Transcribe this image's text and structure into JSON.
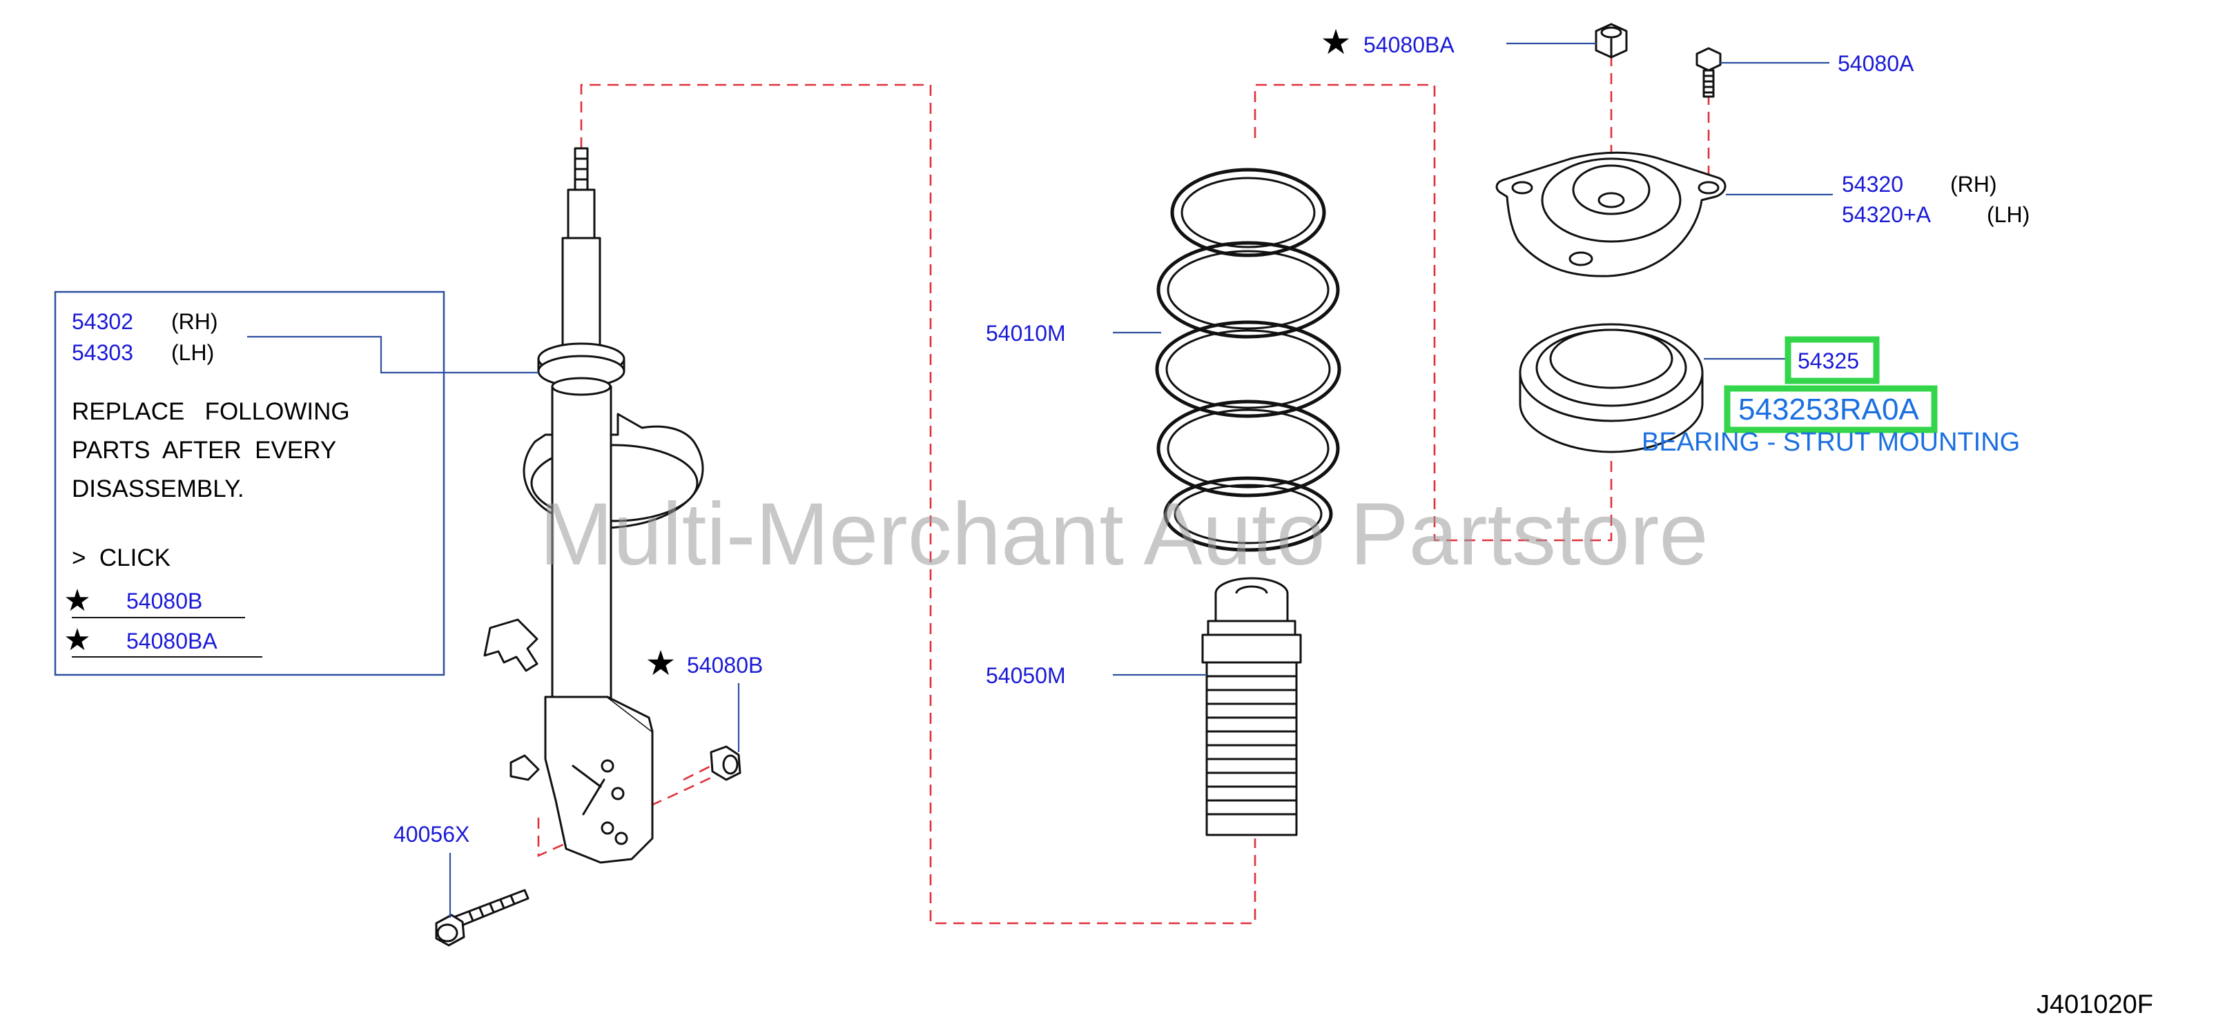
{
  "note_box": {
    "rh_part": "54302",
    "rh_side": "(RH)",
    "lh_part": "54303",
    "lh_side": "(LH)",
    "lines": [
      "REPLACE   FOLLOWING",
      "PARTS  AFTER  EVERY",
      "DISASSEMBLY."
    ],
    "click": ">  CLICK",
    "links": [
      {
        "part": "54080B",
        "icon": "star-icon"
      },
      {
        "part": "54080BA",
        "icon": "star-icon"
      }
    ]
  },
  "parts": {
    "nut_top": {
      "number": "54080BA",
      "starred": true
    },
    "bolt_top": {
      "number": "54080A"
    },
    "mount_rh": {
      "number": "54320",
      "side": "(RH)"
    },
    "mount_lh": {
      "number": "54320+A",
      "side": "(LH)"
    },
    "bearing": {
      "number": "54325",
      "oem": "543253RA0A",
      "description": "BEARING - STRUT MOUNTING"
    },
    "spring": {
      "number": "54010M"
    },
    "bumper": {
      "number": "54050M"
    },
    "nut_lower": {
      "number": "54080B",
      "starred": true
    },
    "bolt_lower": {
      "number": "40056X"
    }
  },
  "watermark": "Multi-Merchant Auto Partstore",
  "diagram_code": "J401020F",
  "colors": {
    "part_number": "#1a1ad6",
    "highlight": "#33d64a",
    "oem_text": "#1a6fe0",
    "phantom_line": "#e0303a",
    "leader": "#2d4fa0"
  }
}
